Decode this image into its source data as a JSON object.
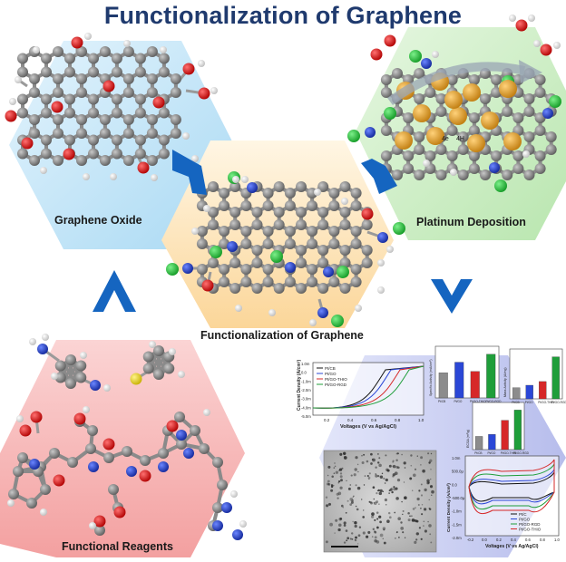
{
  "title": "Functionalization of Graphene",
  "labels": {
    "graphene_oxide": "Graphene Oxide",
    "platinum_deposition": "Platinum Deposition",
    "functionalization_center": "Functionalization of Graphene",
    "functional_reagents": "Functional Reagents"
  },
  "colors": {
    "title": "#1f3a6e",
    "arrow": "#1565c0",
    "hex_blue": "#bde3f7",
    "hex_orange": "#fde3b5",
    "hex_green": "#cdeec6",
    "hex_red": "#f6b7b7",
    "hex_lavender": "#c9cdf0",
    "carbon": "#707070",
    "oxygen": "#d61515",
    "hydrogen": "#f2f2f2",
    "nitrogen": "#1f3fd0",
    "chlorine": "#27c43a",
    "sulfur": "#e8d51c",
    "platinum": "#e0a32e"
  },
  "icons": [
    "chevron-right-icon",
    "chevron-up-icon",
    "chevron-down-icon"
  ],
  "charts": {
    "lsv": {
      "ylabel": "Current Density (A/cm²)",
      "xlabel": "Voltages (V vs Ag/AgCl)",
      "legend": [
        "Pt/CB",
        "Pt/GO",
        "Pt/GO-THIO",
        "Pt/GO-RGD"
      ],
      "yticks": [
        "1.0m",
        "0.0",
        "-1.0m",
        "-2.0m",
        "-3.0m",
        "-4.0m",
        "-5.0m"
      ],
      "xticks": [
        "0.2",
        "0.4",
        "0.6",
        "0.8",
        "1.0"
      ]
    },
    "bars_ecsa": {
      "ylabel": "ECSA (m²/g)",
      "categories": [
        "Pt/CB",
        "Pt/GO",
        "Pt/GO-THIO",
        "Pt/GO-RGD"
      ],
      "values": [
        45,
        52,
        100,
        135
      ]
    },
    "bars_specific": {
      "ylabel": "Specific Activity (mA/cm²)",
      "categories": [
        "Pt/CB",
        "Pt/GO",
        "Pt/GO-THIO",
        "Pt/GO-RGD"
      ],
      "values": [
        0.95,
        1.35,
        1.0,
        1.65
      ]
    },
    "bars_mass": {
      "ylabel": "Mass Activity (A/mg)",
      "categories": [
        "Pt/CB",
        "Pt/GO",
        "Pt/GO-THIO",
        "Pt/GO-RGD"
      ],
      "values": [
        0.45,
        0.55,
        0.7,
        1.7
      ]
    },
    "cv": {
      "ylabel": "Current Density (A/cm²)",
      "xlabel": "Voltages (V vs Ag/AgCl)",
      "legend": [
        "Pt/C",
        "Pt/GO",
        "Pt/GO-RGD",
        "Pt/GO-THIO"
      ],
      "yticks": [
        "1.0m",
        "500.0μ",
        "0.0",
        "-500.0μ",
        "-1.0m",
        "-1.5m",
        "-2.0m"
      ],
      "xticks": [
        "-0.2",
        "0.0",
        "0.2",
        "0.4",
        "0.6",
        "0.8",
        "1.0"
      ]
    }
  }
}
